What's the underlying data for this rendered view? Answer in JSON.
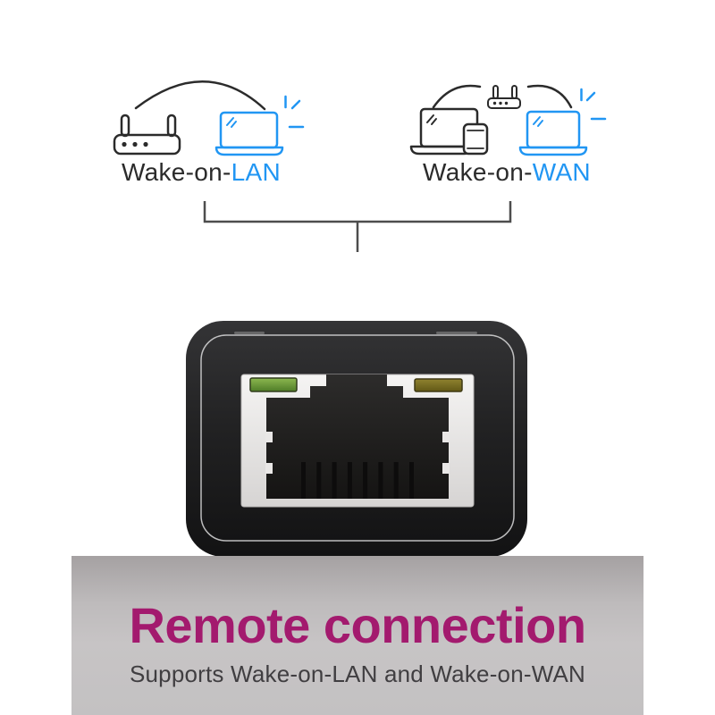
{
  "page": {
    "background": "#ffffff"
  },
  "colors": {
    "accent_blue": "#2196f3",
    "outline_dark": "#2b2b2b",
    "bracket_gray": "#4d4d4d",
    "title_magenta": "#a31a6e",
    "subtitle_gray": "#403e41",
    "banner_gray_top": "#a5a1a2",
    "banner_gray_bottom": "#c3c1c2",
    "device_body_black": "#1c1c1d",
    "port_surround_silver": "#e6e4e3",
    "led_green": "#6a9e3a",
    "led_amber": "#7c7124"
  },
  "diagrams": {
    "lan": {
      "label_prefix": "Wake-on-",
      "label_highlight": "LAN",
      "icons": [
        "router-icon",
        "connection-arc",
        "waking-laptop-icon",
        "wake-sparks-icon"
      ]
    },
    "wan": {
      "label_prefix": "Wake-on-",
      "label_highlight": "WAN",
      "icons": [
        "laptop-icon",
        "smartphone-icon",
        "router-icon",
        "connection-arc",
        "waking-laptop-icon",
        "wake-sparks-icon"
      ]
    }
  },
  "device": {
    "kind": "ethernet-rj45-port",
    "pin_count": 8,
    "leds": [
      {
        "name": "link-led-green",
        "color": "#6a9e3a"
      },
      {
        "name": "activity-led-amber",
        "color": "#7c7124"
      }
    ]
  },
  "banner": {
    "title": "Remote connection",
    "subtitle": "Supports Wake-on-LAN and Wake-on-WAN"
  }
}
